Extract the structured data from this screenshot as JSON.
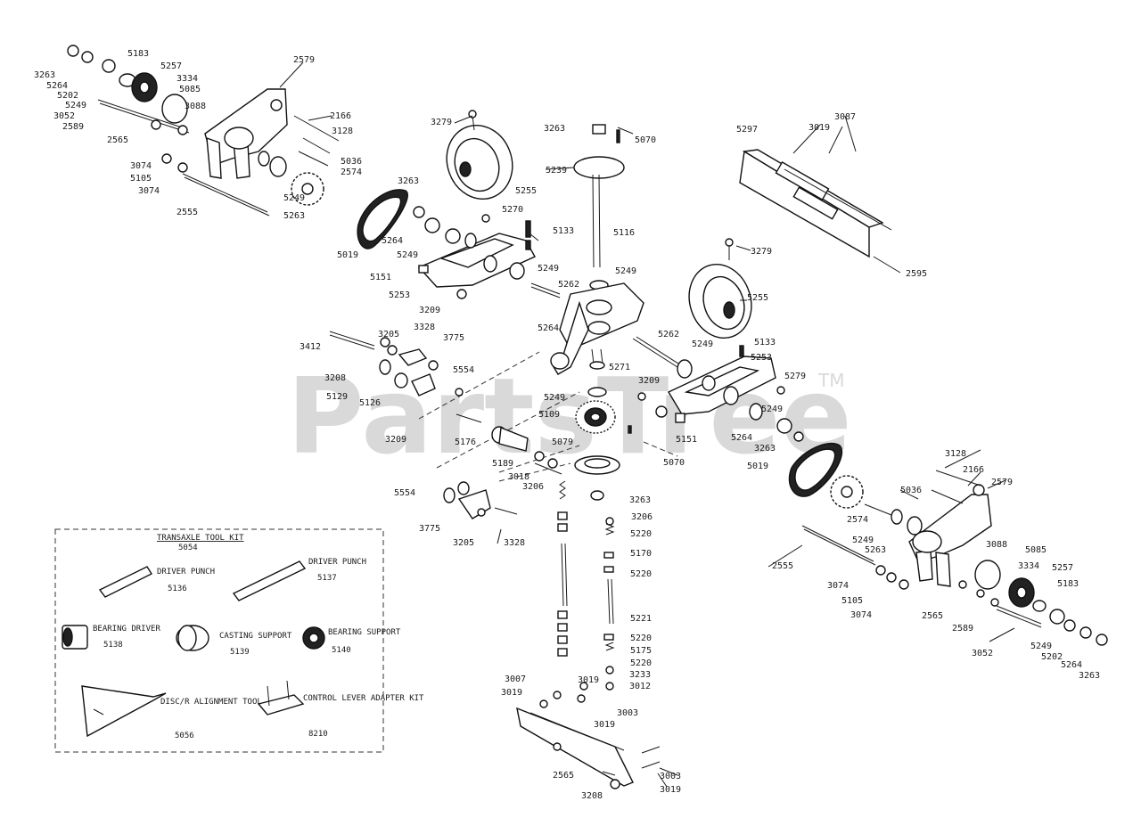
{
  "watermark": {
    "text": "PartsTree",
    "tm": "TM"
  },
  "kit": {
    "title": "TRANSAXLE TOOL KIT",
    "number": "5054",
    "tools": [
      {
        "name": "DRIVER PUNCH",
        "number": "5136"
      },
      {
        "name": "DRIVER PUNCH",
        "number": "5137"
      },
      {
        "name": "BEARING DRIVER",
        "number": "5138"
      },
      {
        "name": "CASTING SUPPORT",
        "number": "5139"
      },
      {
        "name": "BEARING SUPPORT",
        "number": "5140"
      },
      {
        "name": "DISC/R ALIGNMENT TOOL",
        "number": "5056"
      },
      {
        "name": "CONTROL LEVER ADAPTER KIT",
        "number": "8210"
      }
    ]
  },
  "labels": [
    "3263",
    "5264",
    "5202",
    "5249",
    "3052",
    "2589",
    "2565",
    "5183",
    "5257",
    "3334",
    "5085",
    "3088",
    "2579",
    "2166",
    "3128",
    "5036",
    "2574",
    "3074",
    "5105",
    "3074",
    "5249",
    "5263",
    "2555",
    "3279",
    "5255",
    "3263",
    "5270",
    "5019",
    "5264",
    "5249",
    "5133",
    "5151",
    "5253",
    "3209",
    "5262",
    "5249",
    "3263",
    "5070",
    "5239",
    "5116",
    "5249",
    "5264",
    "3205",
    "3328",
    "3775",
    "3412",
    "5554",
    "3208",
    "5129",
    "5126",
    "3209",
    "5176",
    "5189",
    "3018",
    "3206",
    "5271",
    "5249",
    "5109",
    "5079",
    "5070",
    "3263",
    "5554",
    "3775",
    "3205",
    "3328",
    "3206",
    "5220",
    "5170",
    "5220",
    "5221",
    "5220",
    "5175",
    "5220",
    "3233",
    "3012",
    "3007",
    "3019",
    "3019",
    "3003",
    "3019",
    "3003",
    "3019",
    "2565",
    "3208",
    "3279",
    "5255",
    "5262",
    "5249",
    "5133",
    "5253",
    "5279",
    "3209",
    "5249",
    "5151",
    "5264",
    "3263",
    "5019",
    "5297",
    "3019",
    "3087",
    "2595",
    "3128",
    "2166",
    "2579",
    "5036",
    "2574",
    "5249",
    "5263",
    "2555",
    "3088",
    "5085",
    "3334",
    "5257",
    "5183",
    "3074",
    "5105",
    "3074",
    "2565",
    "2589",
    "5249",
    "5202",
    "5264",
    "3263",
    "3052"
  ]
}
